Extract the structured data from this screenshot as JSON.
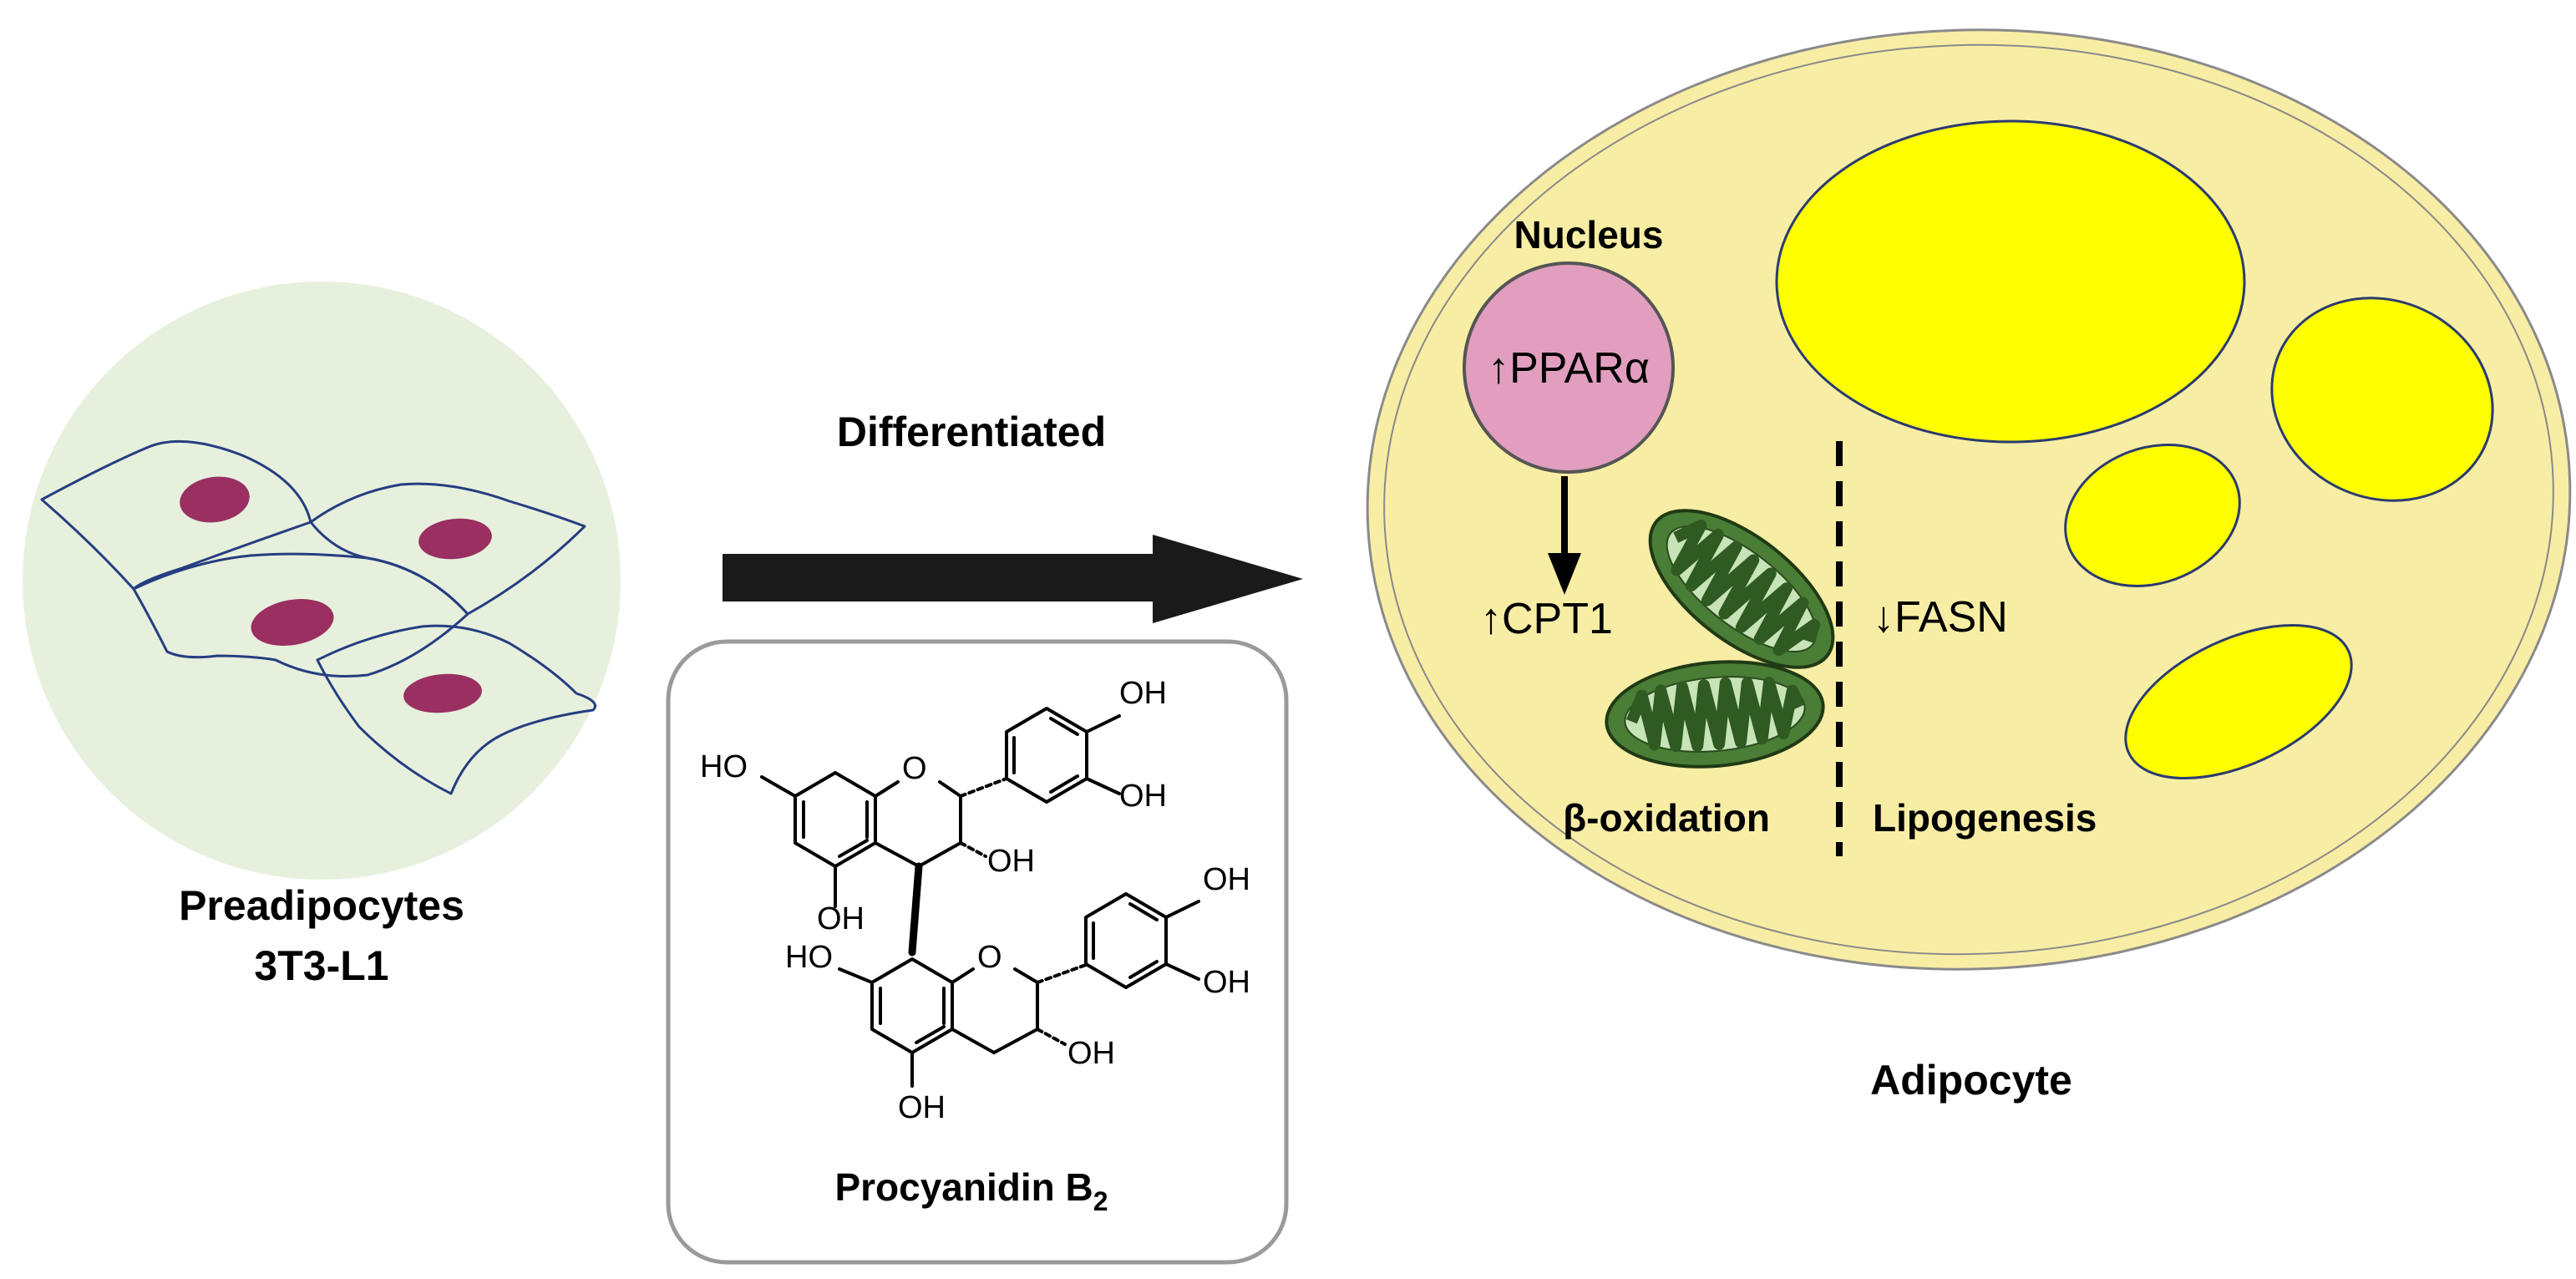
{
  "preadipocytes": {
    "title": "Preadipocytes",
    "subtitle": "3T3-L1",
    "cell_fill": "#e6f0dd",
    "nucleus_color": "#9a2f61",
    "membrane_color": "#263d80"
  },
  "process": {
    "label": "Differentiated",
    "arrow_color": "#1a1a1a"
  },
  "compound": {
    "name_prefix": "Procyanidin B",
    "name_subscript": "2",
    "groups": [
      "OH",
      "OH",
      "HO",
      "O",
      "OH",
      "OH",
      "OH",
      "OH",
      "HO",
      "O",
      "OH",
      "OH"
    ]
  },
  "adipocyte": {
    "title": "Adipocyte",
    "nucleus_label": "Nucleus",
    "ppar_label": "↑PPARα",
    "cpt1_label": "↑CPT1",
    "fasn_label": "↓FASN",
    "beta_oxidation_label": "β-oxidation",
    "lipogenesis_label": "Lipogenesis",
    "cell_fill": "#f8eda4",
    "lipid_fill": "#ffff00",
    "nucleus_fill": "#e19ebe",
    "mito_color": "#4a7d36"
  }
}
